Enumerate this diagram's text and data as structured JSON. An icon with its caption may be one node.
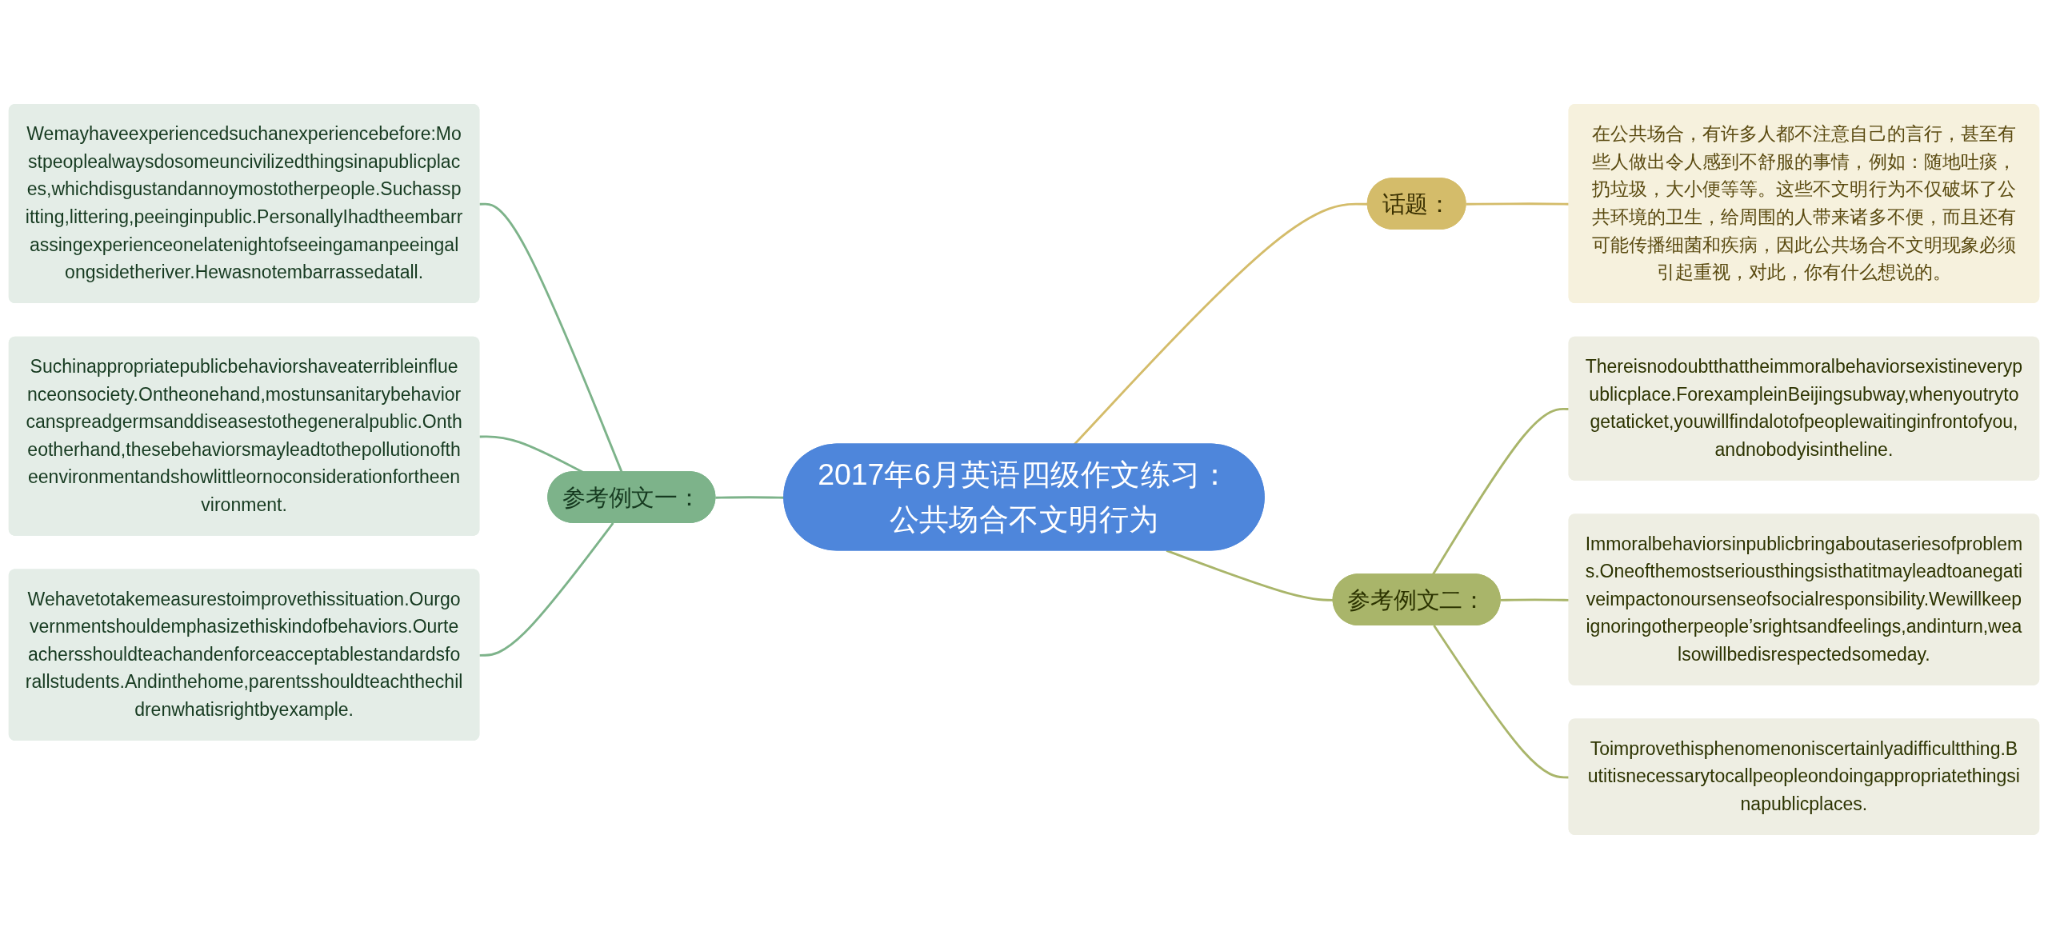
{
  "diagram": {
    "nodes": [
      {
        "text": [
          "2017年6月英语四级作文练习：公共场合不文明行为"
        ]
      },
      {
        "text": [
          "话题："
        ]
      },
      {
        "text": [
          "在公共场合，有许多人都不注意自己的言行，甚至有些人做出令人感到不舒服的事情，例如：随地吐痰，扔垃圾，大小便等等。这些不文明行为不仅破坏了公共环境的卫生，给周围的人带来诸多不便，而且还有可能传播细菌和疾病，因此公共场合不文明现象必须引起重视，对此，你有什么想说的。"
        ]
      },
      {
        "text": [
          "参考例文一："
        ]
      },
      {
        "text": [
          "Wemayhaveexperiencedsuchanexperiencebefore:Mostpeoplealwaysdosomeuncivilizedthingsinapublicplaces,whichdisgustandannoymostotherpeople.Suchasspitting,littering,peeinginpublic.PersonallyIhadtheembarrassingexperienceonelatenightofseeingamanpeeingalongsidetheriver.Hewasnotembarrassedatall."
        ]
      },
      {
        "text": [
          "Suchinappropriatepublicbehaviorshaveaterribleinfluenceonsociety.Ontheonehand,mostunsanitarybehaviorcanspreadgermsanddiseasestothegeneralpublic.Ontheotherhand,thesebehaviorsmayleadtothepollutionoftheenvironmentandshowlittleornoconsiderationfortheenvironment."
        ]
      },
      {
        "text": [
          "Wehavetotakemeasurestoimprovethissituation.Ourgovernmentshouldemphasizethiskindofbehaviors.Ourteachersshouldteachandenforceacceptablestandardsforallstudents.Andinthehome,parentsshouldteachthechildrenwhatisrightbyexample."
        ]
      },
      {
        "text": [
          "参考例文二："
        ]
      },
      {
        "text": [
          "Thereisnodoubtthattheimmoralbehaviorsexistineverypublicplace.ForexampleinBeijingsubway,whenyoutrytogetaticket,youwillfindalotofpeoplewaitinginfrontofyou,andnobodyisintheline."
        ]
      },
      {
        "text": [
          "Immoralbehaviorsinpublicbringaboutaseriesofproblems.Oneofthemostseriousthingsisthatitmayleadtoanegativeimpactonoursenseofsocialresponsibility.Wewillkeepignoringotherpeople’srightsandfeelings,andinturn,wealsowillbedisrespectedsomeday."
        ]
      },
      {
        "text": [
          "Toimprovethisphenomenoniscertainlyadifficultthing.Butitisnecessarytocallpeopleondoingappropriatethingsinapublicplaces."
        ]
      }
    ],
    "edges": [
      {
        "from": 0,
        "to": 1,
        "arrow": "none",
        "color": "#d4bc6a"
      },
      {
        "from": 1,
        "to": 2,
        "arrow": "none",
        "color": "#d4bc6a"
      },
      {
        "from": 3,
        "to": 0,
        "arrow": "none",
        "color": "#7db38a"
      },
      {
        "from": 4,
        "to": 3,
        "arrow": "none",
        "color": "#7db38a"
      },
      {
        "from": 5,
        "to": 3,
        "arrow": "none",
        "color": "#7db38a"
      },
      {
        "from": 6,
        "to": 3,
        "arrow": "none",
        "color": "#7db38a"
      },
      {
        "from": 0,
        "to": 7,
        "arrow": "none",
        "color": "#a9b56a"
      },
      {
        "from": 7,
        "to": 8,
        "arrow": "none",
        "color": "#a9b56a"
      },
      {
        "from": 7,
        "to": 9,
        "arrow": "none",
        "color": "#a9b56a"
      },
      {
        "from": 7,
        "to": 10,
        "arrow": "none",
        "color": "#a9b56a"
      }
    ]
  }
}
